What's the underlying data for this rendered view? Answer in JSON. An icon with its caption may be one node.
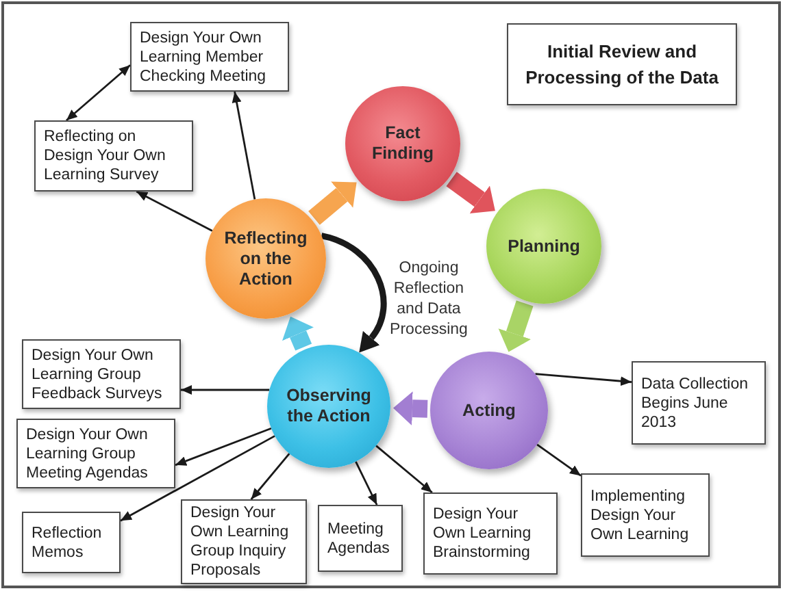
{
  "diagram": {
    "nodes": [
      {
        "text": [
          "Design Your Own Learning Member Checking Meeting"
        ]
      },
      {
        "text": [
          "Initial Review and Processing of the Data"
        ]
      },
      {
        "text": [
          "Reflecting on Design Your Own Learning Survey"
        ]
      },
      {
        "text": [
          "Fact Finding"
        ]
      },
      {
        "text": [
          "Reflecting on the Action"
        ]
      },
      {
        "text": [
          "Planning"
        ]
      },
      {
        "text": [
          "Design Your Own Learning Group Feedback Surveys"
        ]
      },
      {
        "text": [
          "Observing the Action"
        ]
      },
      {
        "text": [
          "Acting"
        ]
      },
      {
        "text": [
          "Data Collection Begins June 2013"
        ]
      },
      {
        "text": [
          "Design Your Own Learning Group Meeting Agendas"
        ]
      },
      {
        "text": [
          "Implementing Design Your Own Learning"
        ]
      },
      {
        "text": [
          "Design Your Own Learning Brainstorming"
        ]
      },
      {
        "text": [
          "Reflection Memos"
        ]
      },
      {
        "text": [
          "Design Your Own Learning Group Inquiry Proposals"
        ]
      },
      {
        "text": [
          "Meeting Agendas"
        ]
      }
    ],
    "edges": [
      {
        "from": 0,
        "to": 2,
        "arrow": "both"
      },
      {
        "from": 4,
        "to": 0,
        "arrow": "to"
      },
      {
        "from": 4,
        "to": 2,
        "arrow": "to"
      },
      {
        "from": 4,
        "to": 3,
        "arrow": "to",
        "style": "thick",
        "color": "#f6a54f"
      },
      {
        "from": 3,
        "to": 5,
        "arrow": "to",
        "style": "thick",
        "color": "#e0545c"
      },
      {
        "from": 5,
        "to": 8,
        "arrow": "to",
        "style": "thick",
        "color": "#a9d466"
      },
      {
        "from": 8,
        "to": 7,
        "arrow": "to",
        "style": "thick",
        "color": "#a27ed2"
      },
      {
        "from": 7,
        "to": 4,
        "arrow": "to",
        "style": "thick",
        "color": "#5ec8e6"
      },
      {
        "from": 4,
        "to": 7,
        "arrow": "to",
        "style": "thick"
      },
      {
        "from": 7,
        "to": 6,
        "arrow": "to"
      },
      {
        "from": 7,
        "to": 10,
        "arrow": "to"
      },
      {
        "from": 7,
        "to": 13,
        "arrow": "to"
      },
      {
        "from": 7,
        "to": 14,
        "arrow": "to"
      },
      {
        "from": 7,
        "to": 15,
        "arrow": "to"
      },
      {
        "from": 7,
        "to": 12,
        "arrow": "to"
      },
      {
        "from": 8,
        "to": 9,
        "arrow": "to"
      },
      {
        "from": 8,
        "to": 11,
        "arrow": "to"
      }
    ],
    "labels": [
      "Ongoing Reflection and Data Processing"
    ]
  }
}
